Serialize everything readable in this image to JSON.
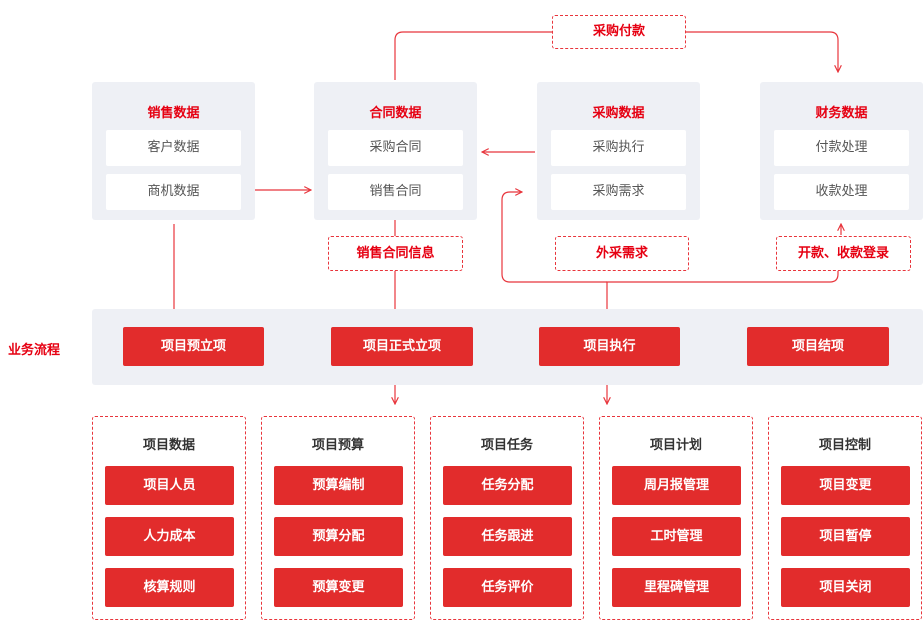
{
  "panels": [
    {
      "title": "销售数据",
      "items": [
        "客户数据",
        "商机数据"
      ]
    },
    {
      "title": "合同数据",
      "items": [
        "采购合同",
        "销售合同"
      ]
    },
    {
      "title": "采购数据",
      "items": [
        "采购执行",
        "采购需求"
      ]
    },
    {
      "title": "财务数据",
      "items": [
        "付款处理",
        "收款处理"
      ]
    }
  ],
  "tags": {
    "payment": "采购付款",
    "sales_contract_info": "销售合同信息",
    "outsourcing_demand": "外采需求",
    "invoice_receipt": "开款、收款登录"
  },
  "process": {
    "label": "业务流程",
    "steps": [
      "项目预立项",
      "项目正式立项",
      "项目执行",
      "项目结项"
    ]
  },
  "modules": [
    {
      "title": "项目数据",
      "items": [
        "项目人员",
        "人力成本",
        "核算规则"
      ]
    },
    {
      "title": "项目预算",
      "items": [
        "预算编制",
        "预算分配",
        "预算变更"
      ]
    },
    {
      "title": "项目任务",
      "items": [
        "任务分配",
        "任务跟进",
        "任务评价"
      ]
    },
    {
      "title": "项目计划",
      "items": [
        "周月报管理",
        "工时管理",
        "里程碑管理"
      ]
    },
    {
      "title": "项目控制",
      "items": [
        "项目变更",
        "项目暂停",
        "项目关闭"
      ]
    }
  ],
  "colors": {
    "accent": "#e22c2c",
    "panel_bg": "#eef0f5",
    "line": "#e8353c"
  }
}
